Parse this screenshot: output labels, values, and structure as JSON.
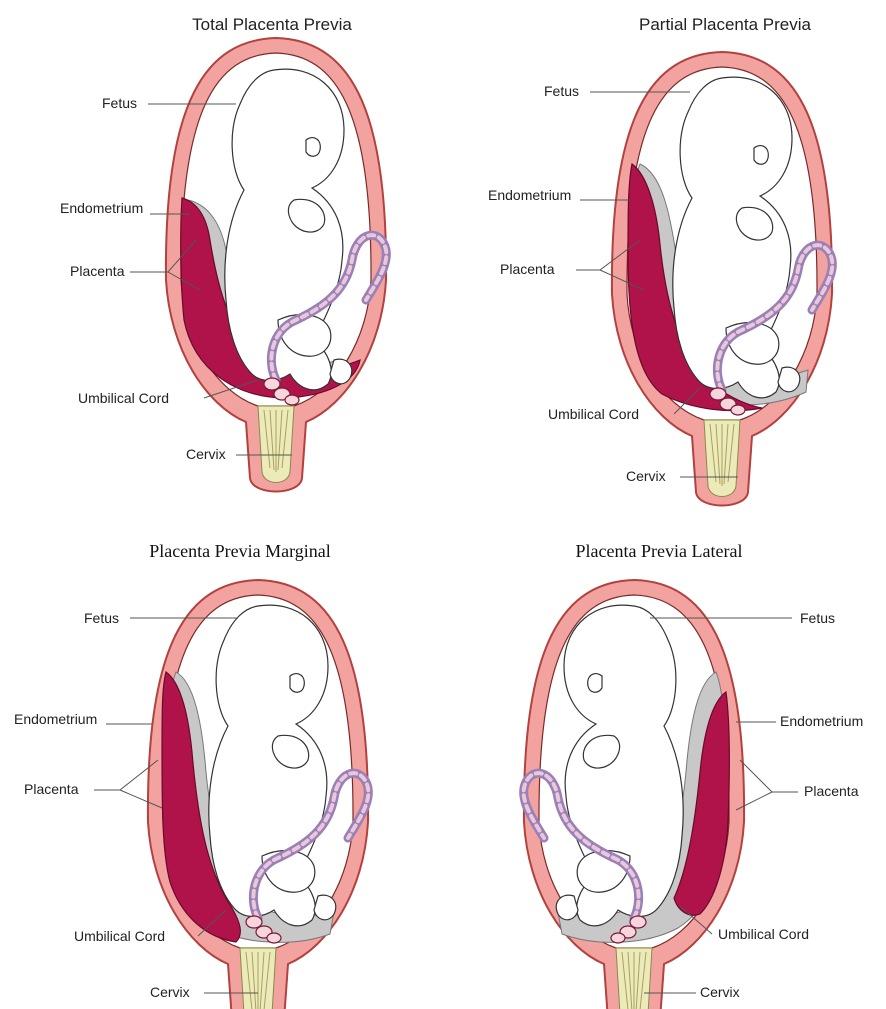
{
  "panels": [
    {
      "title": "Total Placenta Previa",
      "labels": {
        "fetus": "Fetus",
        "endometrium": "Endometrium",
        "placenta": "Placenta",
        "umbilical_cord": "Umbilical Cord",
        "cervix": "Cervix"
      }
    },
    {
      "title": "Partial Placenta Previa",
      "labels": {
        "fetus": "Fetus",
        "endometrium": "Endometrium",
        "placenta": "Placenta",
        "umbilical_cord": "Umbilical Cord",
        "cervix": "Cervix"
      }
    },
    {
      "title": "Placenta Previa Marginal",
      "labels": {
        "fetus": "Fetus",
        "endometrium": "Endometrium",
        "placenta": "Placenta",
        "umbilical_cord": "Umbilical Cord",
        "cervix": "Cervix"
      }
    },
    {
      "title": "Placenta Previa Lateral",
      "labels": {
        "fetus": "Fetus",
        "endometrium": "Endometrium",
        "placenta": "Placenta",
        "umbilical_cord": "Umbilical Cord",
        "cervix": "Cervix"
      }
    }
  ],
  "colors": {
    "uterine_wall": "#f2a3a0",
    "placenta": "#b0124a",
    "membrane": "#c8c8c8",
    "cervix": "#eceab8",
    "umbilical_cord": "#9a7fb8"
  }
}
